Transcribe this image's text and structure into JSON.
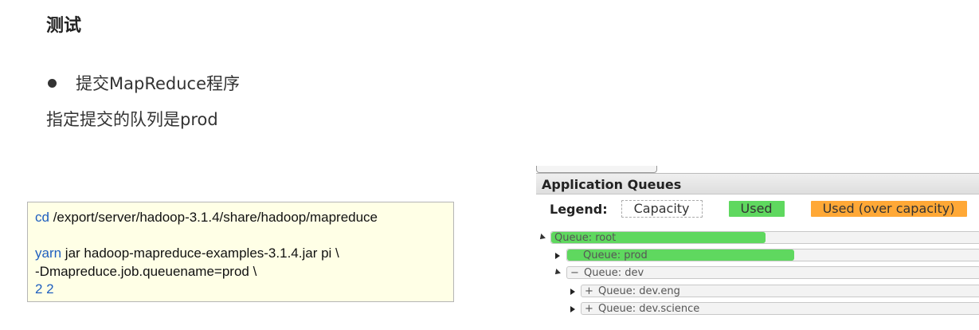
{
  "heading": "测试",
  "bullet": "提交MapReduce程序",
  "paragraph": "指定提交的队列是prod",
  "code": {
    "lines": [
      {
        "kw": "cd",
        "rest": " /export/server/hadoop-3.1.4/share/hadoop/mapreduce"
      },
      {
        "kw": "",
        "rest": ""
      },
      {
        "kw": "yarn",
        "rest": " jar hadoop-mapreduce-examples-3.1.4.jar pi \\"
      },
      {
        "kw": "",
        "rest": "-Dmapreduce.job.queuename=prod \\"
      },
      {
        "kw": "2 2",
        "rest": ""
      }
    ]
  },
  "yarn": {
    "header": "Application Queues",
    "legend": {
      "label": "Legend:",
      "capacity": "Capacity",
      "used": "Used",
      "over": "Used (over capacity)"
    },
    "colors": {
      "used": "#5fd85f",
      "over": "#ffa836"
    },
    "queues": [
      {
        "label": "Queue: root",
        "prefix": "",
        "used_fraction": 0.5,
        "expanded": true
      },
      {
        "label": "Queue: prod",
        "prefix": "",
        "used_fraction": 0.55,
        "expanded": false
      },
      {
        "label": "Queue: dev",
        "prefix": "−",
        "used_fraction": 0,
        "expanded": true
      },
      {
        "label": "Queue: dev.eng",
        "prefix": "+",
        "used_fraction": 0,
        "expanded": false
      },
      {
        "label": "Queue: dev.science",
        "prefix": "+",
        "used_fraction": 0,
        "expanded": false
      }
    ]
  }
}
